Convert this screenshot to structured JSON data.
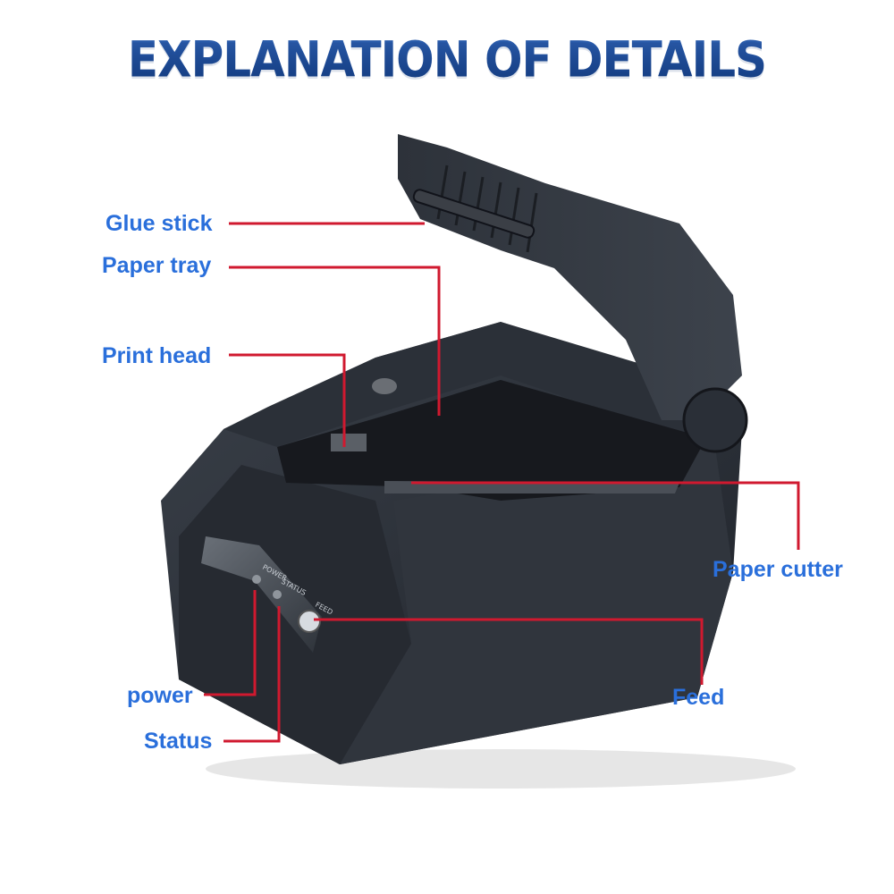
{
  "title": "EXPLANATION OF DETAILS",
  "colors": {
    "title": "#1d4a95",
    "label": "#2a6fdb",
    "leader": "#d0192f",
    "printer": "#2a2f38"
  },
  "labels": {
    "glue_stick": "Glue stick",
    "paper_tray": "Paper tray",
    "print_head": "Print head",
    "paper_cutter": "Paper cutter",
    "power": "power",
    "status": "Status",
    "feed": "Feed"
  },
  "panel": {
    "power": "POWER",
    "status": "STATUS",
    "feed": "FEED"
  }
}
